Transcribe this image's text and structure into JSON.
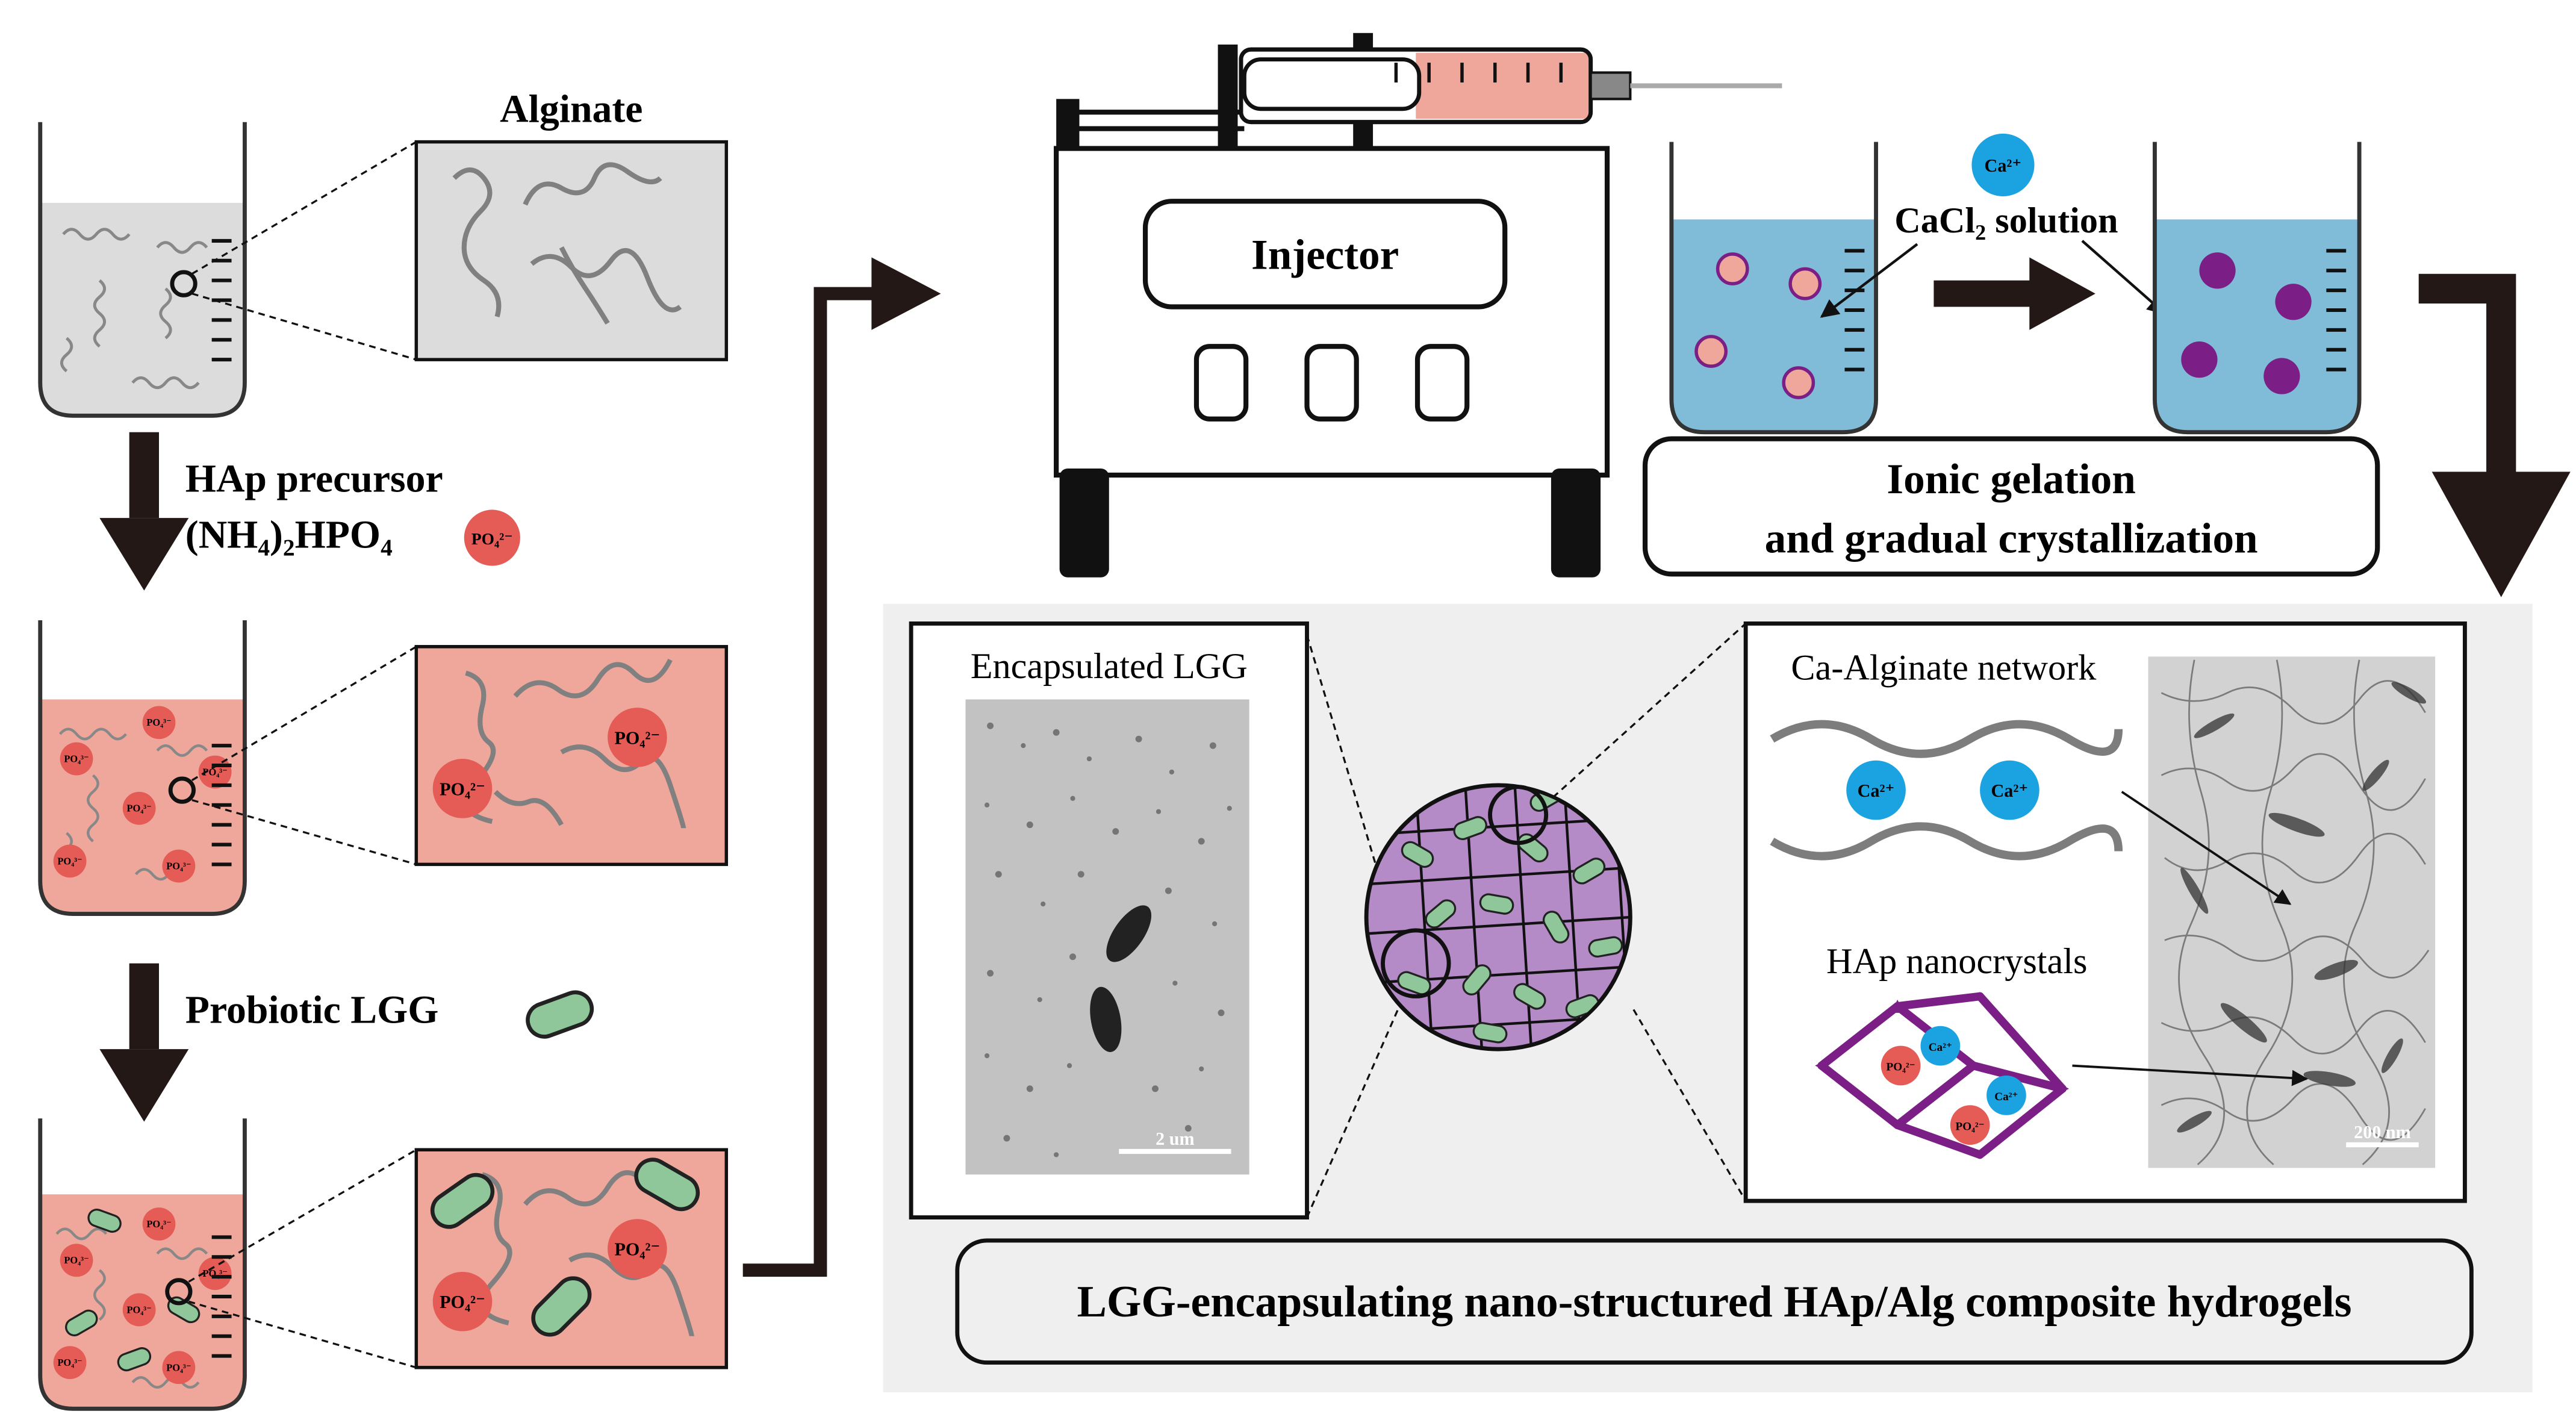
{
  "labels": {
    "alginate": "Alginate",
    "hap_precursor": "HAp precursor",
    "precursor_formula": "(NH₄)₂HPO₄",
    "probiotic": "Probiotic LGG",
    "injector": "Injector",
    "cacl2_solution": "CaCl₂ solution",
    "ionic_gelation_line1": "Ionic gelation",
    "ionic_gelation_line2": "and gradual crystallization",
    "encapsulated_lgg": "Encapsulated LGG",
    "scale_2um": "2 um",
    "ca_alginate_network": "Ca-Alginate network",
    "hap_nanocrystals": "HAp nanocrystals",
    "scale_200nm": "200 nm",
    "final_title": "LGG-encapsulating nano-structured HAp/Alg composite hydrogels"
  },
  "ions": {
    "phosphate": "PO₄²⁻",
    "phosphate_small": "PO₄³⁻",
    "calcium": "Ca²⁺"
  },
  "colors": {
    "alginate_fill": "#dcdcdc",
    "phosphate_solution": "#eea79a",
    "phosphate_ion": "#e55b56",
    "calcium_ion": "#1aa3e0",
    "cacl2_solution": "#80bcd8",
    "bead_purple": "#7b1f86",
    "hydrogel_sphere": "#b48ac7",
    "bacteria_green": "#8fc79a",
    "panel_gray": "#efefef",
    "arrow_dark": "#231815",
    "syringe_pink": "#eea79a"
  }
}
